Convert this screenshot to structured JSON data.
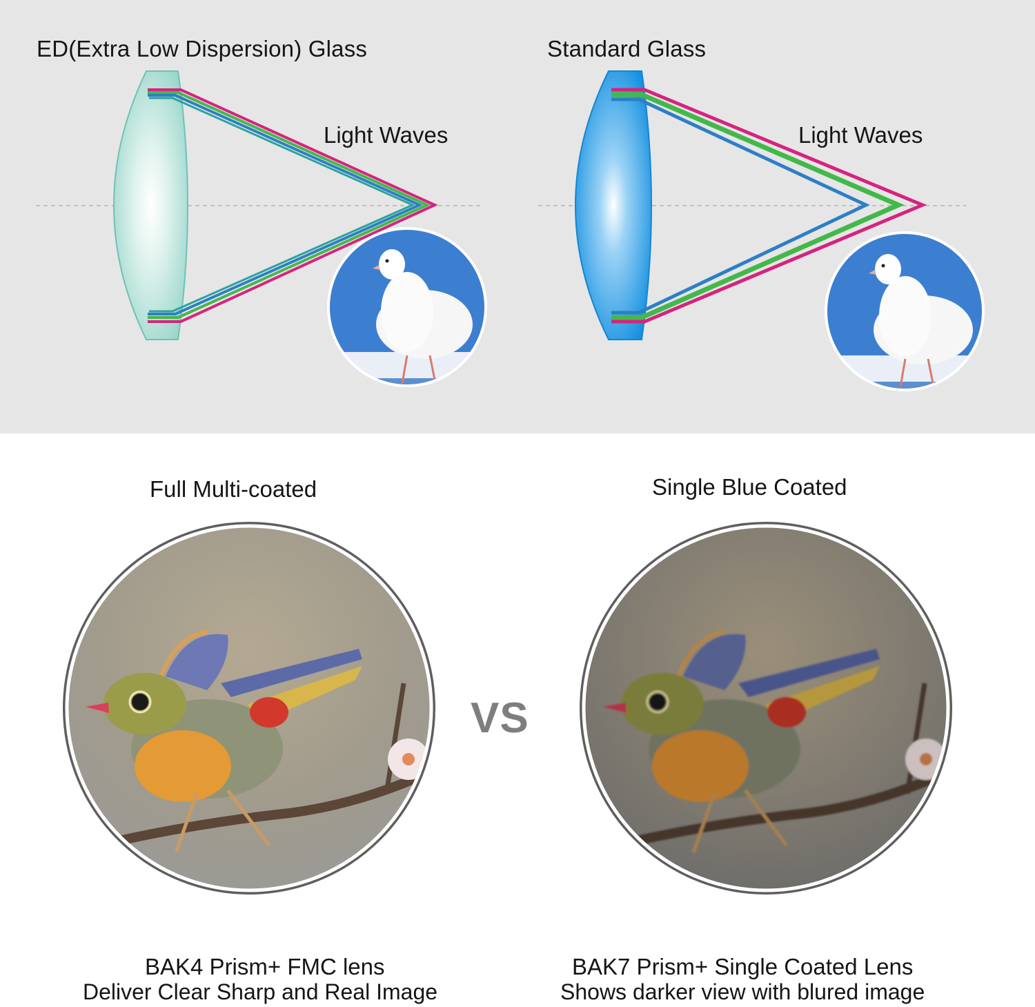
{
  "top": {
    "left": {
      "title": "ED(Extra Low Dispersion) Glass",
      "wave_label": "Light Waves"
    },
    "right": {
      "title": "Standard Glass",
      "wave_label": "Light Waves"
    }
  },
  "bottom": {
    "left": {
      "heading": "Full Multi-coated",
      "caption_main": "BAK4 Prism+ FMC lens",
      "caption_sub": "Deliver Clear Sharp and Real Image"
    },
    "vs": "VS",
    "right": {
      "heading": "Single Blue Coated",
      "caption_main": "BAK7 Prism+ Single Coated Lens",
      "caption_sub": "Shows darker view with blured image"
    }
  },
  "colors": {
    "ed_lens": "#a8ddd3",
    "standard_lens": "#2aa2ea",
    "ray_magenta": "#d6237f",
    "ray_green": "#43b84a",
    "ray_blue": "#2e7ec6",
    "sky": "#3c7fd0"
  }
}
